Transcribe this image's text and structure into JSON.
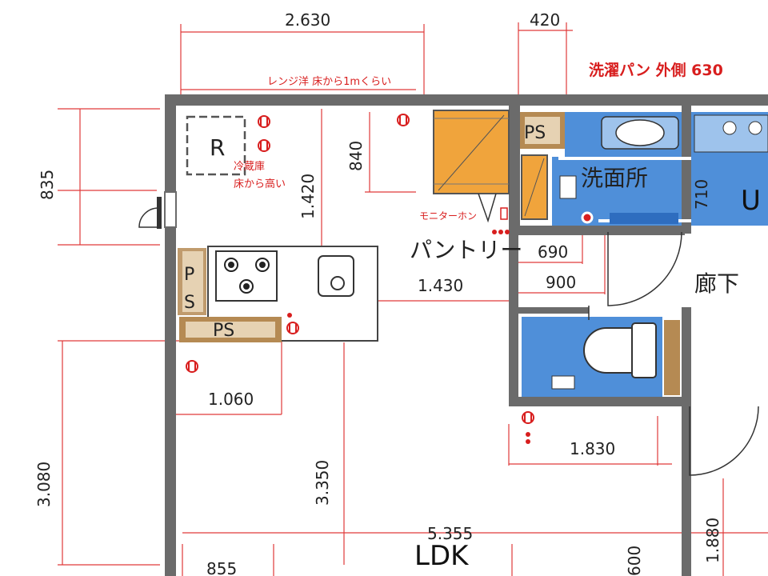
{
  "dimensions": {
    "top_kitchen_width": "2.630",
    "top_ps_width": "420",
    "left_upper": "835",
    "fridge_height": "1.420",
    "range_height": "840",
    "washroom_width_690": "690",
    "washroom_width_900": "900",
    "washroom_height": "710",
    "pantry_width": "1.430",
    "ps_width": "1.060",
    "left_lower": "3.080",
    "ldk_depth": "3.350",
    "hall_width": "1.830",
    "ldk_width": "5.355",
    "bottom_left": "855",
    "right_lower": "1.880",
    "bottom_right_partial": "600"
  },
  "notes": {
    "range_note": "レンジ洋 床から1mくらい",
    "fridge_note_line1": "冷蔵庫",
    "fridge_note_line2": "床から高い",
    "laundry_pan_note": "洗濯パン 外側 630",
    "monitor_phone": "モニターホン"
  },
  "rooms": {
    "fridge_label": "R",
    "ps_top": "PS",
    "ps_left_p": "P",
    "ps_left_s": "S",
    "ps_bottom": "PS",
    "washroom": "洗面所",
    "bath_partial": "U",
    "pantry": "パントリー",
    "corridor": "廊下",
    "ldk": "LDK"
  },
  "colors": {
    "wall": "#6b6b6b",
    "bath_blue": "#4f8fd9",
    "storage_orange": "#f0a43c",
    "wood": "#b58a53",
    "dimension_red": "#e03a3a"
  }
}
